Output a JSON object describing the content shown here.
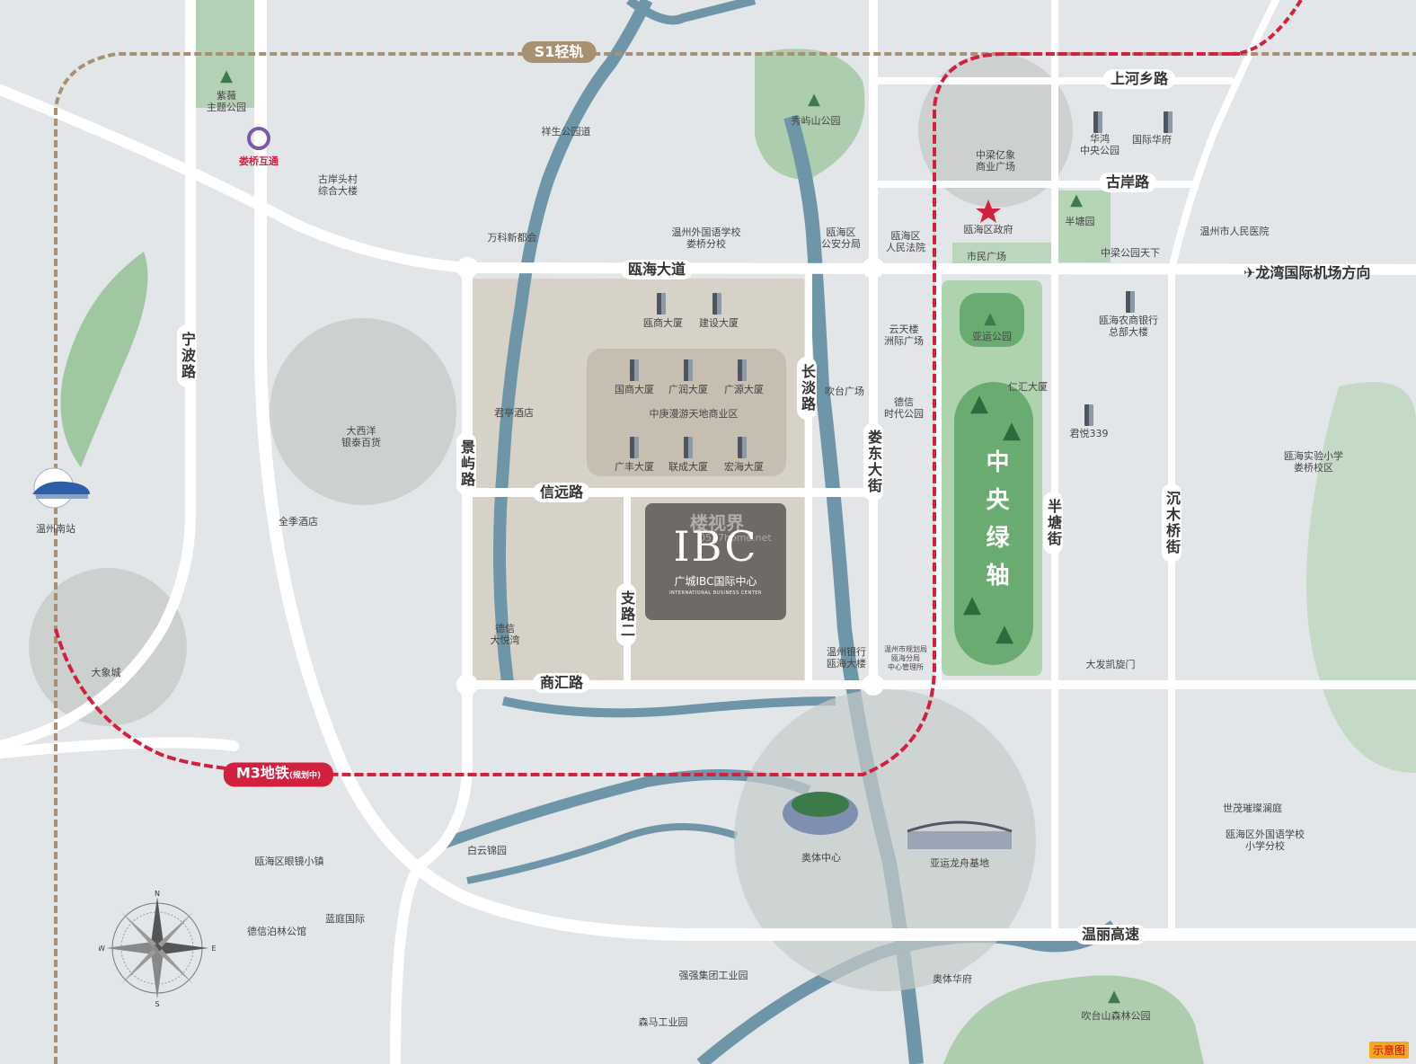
{
  "map": {
    "rail_lines": {
      "s1": "S1轻轨",
      "m3": "M3地铁",
      "m3_note": "(规划中)"
    },
    "roads": {
      "shanghexiang": "上河乡路",
      "guan": "古岸路",
      "ouhai": "瓯海大道",
      "airport_dir": "龙湾国际机场方向",
      "ningbo": "宁波路",
      "jingyu": "景屿路",
      "xinyuan": "信远路",
      "shanghui": "商汇路",
      "zhilu2": "支路二",
      "changdan": "长淡路",
      "loudong": "娄东大街",
      "bantang": "半塘街",
      "chenmuqiao": "沉木桥街",
      "wenli": "温丽高速"
    },
    "places": [
      "紫薇\n主题公园",
      "娄桥互通",
      "古岸头村\n综合大楼",
      "祥生公园道",
      "万科新都会",
      "温州外国语学校\n娄桥分校",
      "秀屿山公园",
      "瓯海区\n公安分局",
      "瓯海区\n人民法院",
      "瓯海区政府",
      "市民广场",
      "中梁亿象\n商业广场",
      "华鸿\n中央公园",
      "国际华府",
      "半塘园",
      "中梁公园天下",
      "温州市人民医院",
      "瓯商大厦",
      "建设大厦",
      "国商大厦",
      "广润大厦",
      "广源大厦",
      "中庚漫游天地商业区",
      "广丰大厦",
      "联成大厦",
      "宏海大厦",
      "吹台广场",
      "君亭酒店",
      "云天楼\n洲际广场",
      "德信\n时代公园",
      "亚运公园",
      "仁汇大厦",
      "瓯海农商银行\n总部大楼",
      "君悦339",
      "瓯海实验小学\n娄桥校区",
      "大西洋\n银泰百货",
      "全季酒店",
      "温州南站",
      "大象城",
      "德信\n大悦湾",
      "温州银行\n瓯海大楼",
      "温州市规划局\n瓯海分局\n中心管理所",
      "大发凯旋门",
      "奥体中心",
      "亚运龙舟基地",
      "白云锦园",
      "瓯海区眼镜小镇",
      "德信泊林公馆",
      "蓝庭国际",
      "世茂璀璨澜庭",
      "瓯海区外国语学校\n小学分校",
      "奥体华府",
      "强强集团工业园",
      "森马工业园",
      "吹台山森林公园"
    ],
    "central_axis": "中央绿轴",
    "ibc": {
      "logo": "IBC",
      "name": "广城IBC国际中心",
      "en": "INTERNATIONAL BUSINESS CENTER",
      "watermark": "楼视界",
      "watermark_url": "0577home.net"
    },
    "compass": {
      "n": "N",
      "s": "S",
      "e": "E",
      "w": "W"
    },
    "badge": "示意图",
    "colors": {
      "background": "#e3e6e9",
      "water": "#6e95a8",
      "green": "#8fbf8f",
      "road": "#ffffff",
      "s1_rail": "#a89072",
      "m3_rail": "#d3203f",
      "ibc_box": "#6f6a66"
    }
  }
}
